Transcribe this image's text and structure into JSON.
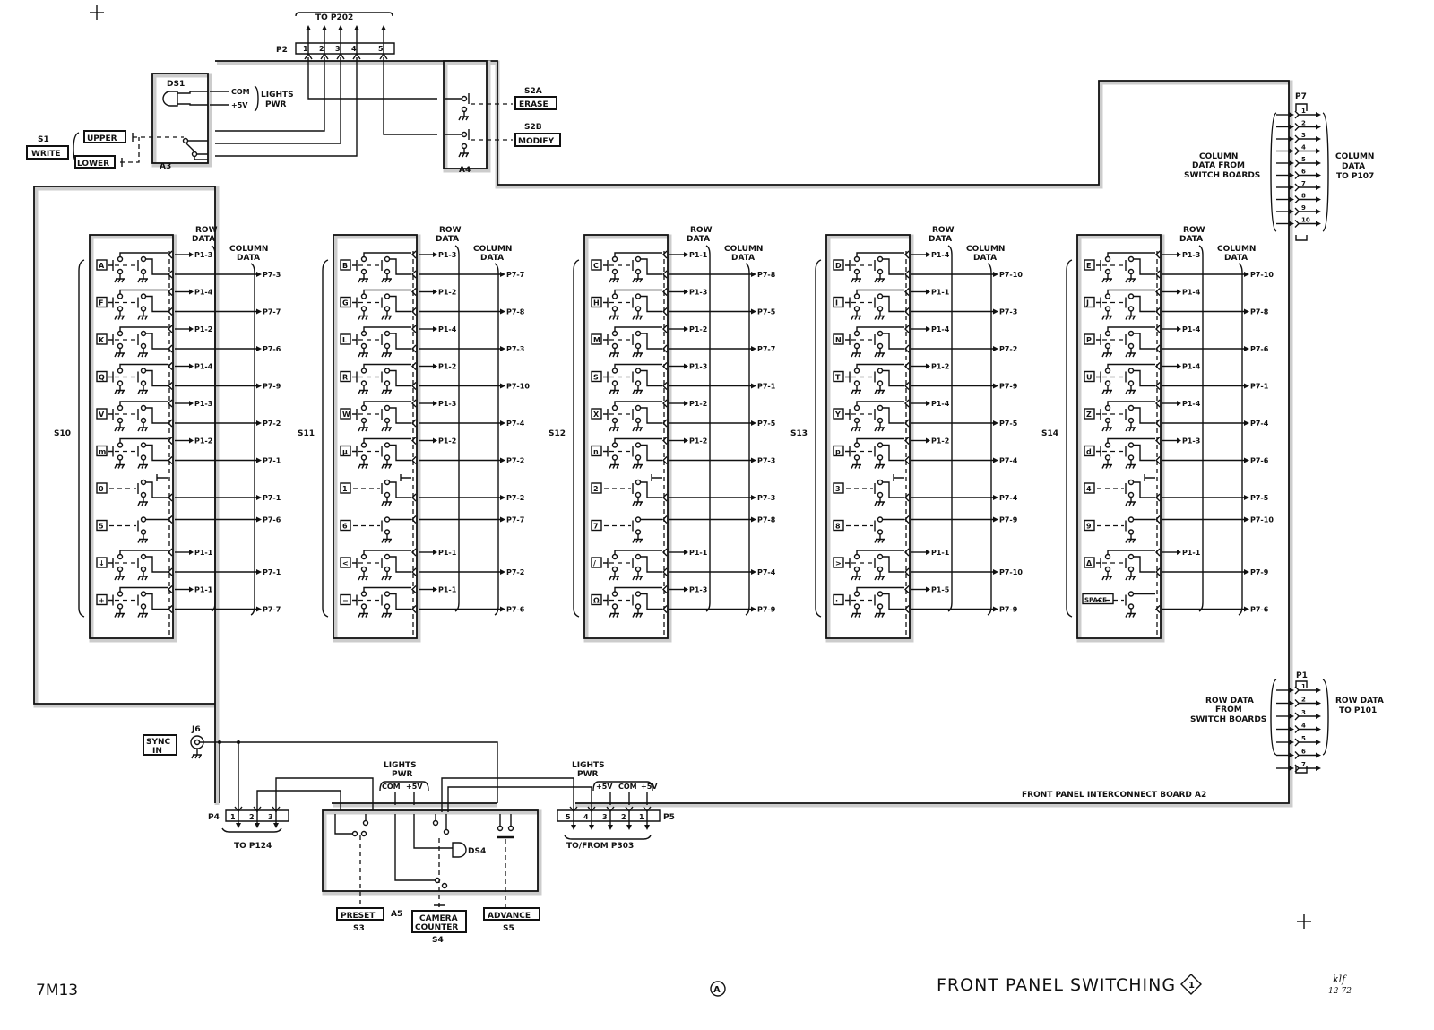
{
  "drawing": {
    "title": "FRONT PANEL SWITCHING",
    "title_symbol": "1",
    "drawing_number": "7M13",
    "revision_mark": "A",
    "signature": "klf",
    "signature_date": "12-72",
    "board_label": "FRONT PANEL INTERCONNECT BOARD A2"
  },
  "top": {
    "to_p202": "TO P202",
    "p2_label": "P2",
    "p2_pins": [
      "1",
      "2",
      "3",
      "4",
      "5"
    ],
    "ds1": "DS1",
    "com": "COM",
    "plus5v": "+5V",
    "lights": "LIGHTS",
    "pwr": "PWR",
    "a3": "A3",
    "a4": "A4",
    "s1": "S1",
    "write": "WRITE",
    "upper": "UPPER",
    "lower": "LOWER",
    "s2a": "S2A",
    "erase": "ERASE",
    "s2b": "S2B",
    "modify": "MODIFY"
  },
  "p7": {
    "label": "P7",
    "pins": [
      "1",
      "2",
      "3",
      "4",
      "5",
      "6",
      "7",
      "8",
      "9",
      "10"
    ],
    "left_text": [
      "COLUMN",
      "DATA FROM",
      "SWITCH BOARDS"
    ],
    "right_text": [
      "COLUMN",
      "DATA",
      "TO P107"
    ]
  },
  "p1": {
    "label": "P1",
    "pins": [
      "1",
      "2",
      "3",
      "4",
      "5",
      "6",
      "7"
    ],
    "left_text": [
      "ROW DATA",
      "FROM",
      "SWITCH BOARDS"
    ],
    "right_text": [
      "ROW DATA",
      "TO P101"
    ]
  },
  "switch_boards": [
    {
      "name": "S10",
      "row_data": "ROW",
      "row_data2": "DATA",
      "col_data": "COLUMN",
      "col_data2": "DATA",
      "keys": [
        {
          "key": "A",
          "row": "P1-3",
          "col": "P7-3",
          "type": "dual"
        },
        {
          "key": "F",
          "row": "P1-4",
          "col": "P7-7",
          "type": "dual"
        },
        {
          "key": "K",
          "row": "P1-2",
          "col": "P7-6",
          "type": "dual"
        },
        {
          "key": "Q",
          "row": "P1-4",
          "col": "P7-9",
          "type": "dual"
        },
        {
          "key": "V",
          "row": "P1-3",
          "col": "P7-2",
          "type": "dual"
        },
        {
          "key": "m",
          "row": "P1-2",
          "col": "P7-1",
          "type": "dual"
        },
        {
          "key": "0",
          "row": "",
          "col": "P7-1",
          "type": "single-gnd"
        },
        {
          "key": "5",
          "row": "",
          "col": "P7-6",
          "type": "single"
        },
        {
          "key": "↓",
          "row": "P1-1",
          "col": "P7-1",
          "type": "dual"
        },
        {
          "key": "+",
          "row": "P1-1",
          "col": "P7-7",
          "type": "dual"
        }
      ]
    },
    {
      "name": "S11",
      "row_data": "ROW",
      "row_data2": "DATA",
      "col_data": "COLUMN",
      "col_data2": "DATA",
      "keys": [
        {
          "key": "B",
          "row": "P1-3",
          "col": "P7-7",
          "type": "dual"
        },
        {
          "key": "G",
          "row": "P1-2",
          "col": "P7-8",
          "type": "dual"
        },
        {
          "key": "L",
          "row": "P1-4",
          "col": "P7-3",
          "type": "dual"
        },
        {
          "key": "R",
          "row": "P1-2",
          "col": "P7-10",
          "type": "dual"
        },
        {
          "key": "W",
          "row": "P1-3",
          "col": "P7-4",
          "type": "dual"
        },
        {
          "key": "μ",
          "row": "P1-2",
          "col": "P7-2",
          "type": "dual"
        },
        {
          "key": "1",
          "row": "",
          "col": "P7-2",
          "type": "single-gnd"
        },
        {
          "key": "6",
          "row": "",
          "col": "P7-7",
          "type": "single"
        },
        {
          "key": "<",
          "row": "P1-1",
          "col": "P7-2",
          "type": "dual"
        },
        {
          "key": "−",
          "row": "P1-1",
          "col": "P7-6",
          "type": "dual"
        }
      ]
    },
    {
      "name": "S12",
      "row_data": "ROW",
      "row_data2": "DATA",
      "col_data": "COLUMN",
      "col_data2": "DATA",
      "keys": [
        {
          "key": "C",
          "row": "P1-1",
          "col": "P7-8",
          "type": "dual"
        },
        {
          "key": "H",
          "row": "P1-3",
          "col": "P7-5",
          "type": "dual"
        },
        {
          "key": "M",
          "row": "P1-2",
          "col": "P7-7",
          "type": "dual"
        },
        {
          "key": "S",
          "row": "P1-3",
          "col": "P7-1",
          "type": "dual"
        },
        {
          "key": "X",
          "row": "P1-2",
          "col": "P7-5",
          "type": "dual"
        },
        {
          "key": "n",
          "row": "P1-2",
          "col": "P7-3",
          "type": "dual"
        },
        {
          "key": "2",
          "row": "",
          "col": "P7-3",
          "type": "single-gnd"
        },
        {
          "key": "7",
          "row": "",
          "col": "P7-8",
          "type": "single"
        },
        {
          "key": "/",
          "row": "P1-1",
          "col": "P7-4",
          "type": "dual"
        },
        {
          "key": "Ω",
          "row": "P1-3",
          "col": "P7-9",
          "type": "dual"
        }
      ]
    },
    {
      "name": "S13",
      "row_data": "ROW",
      "row_data2": "DATA",
      "col_data": "COLUMN",
      "col_data2": "DATA",
      "keys": [
        {
          "key": "D",
          "row": "P1-4",
          "col": "P7-10",
          "type": "dual"
        },
        {
          "key": "I",
          "row": "P1-1",
          "col": "P7-3",
          "type": "dual"
        },
        {
          "key": "N",
          "row": "P1-4",
          "col": "P7-2",
          "type": "dual"
        },
        {
          "key": "T",
          "row": "P1-2",
          "col": "P7-9",
          "type": "dual"
        },
        {
          "key": "Y",
          "row": "P1-4",
          "col": "P7-5",
          "type": "dual"
        },
        {
          "key": "p",
          "row": "P1-2",
          "col": "P7-4",
          "type": "dual"
        },
        {
          "key": "3",
          "row": "",
          "col": "P7-4",
          "type": "single-gnd"
        },
        {
          "key": "8",
          "row": "",
          "col": "P7-9",
          "type": "single"
        },
        {
          "key": ">",
          "row": "P1-1",
          "col": "P7-10",
          "type": "dual"
        },
        {
          "key": "·",
          "row": "P1-5",
          "col": "P7-9",
          "type": "dual"
        }
      ]
    },
    {
      "name": "S14",
      "row_data": "ROW",
      "row_data2": "DATA",
      "col_data": "COLUMN",
      "col_data2": "DATA",
      "keys": [
        {
          "key": "E",
          "row": "P1-3",
          "col": "P7-10",
          "type": "dual"
        },
        {
          "key": "J",
          "row": "P1-4",
          "col": "P7-8",
          "type": "dual"
        },
        {
          "key": "P",
          "row": "P1-4",
          "col": "P7-6",
          "type": "dual"
        },
        {
          "key": "U",
          "row": "P1-4",
          "col": "P7-1",
          "type": "dual"
        },
        {
          "key": "Z",
          "row": "P1-4",
          "col": "P7-4",
          "type": "dual"
        },
        {
          "key": "d",
          "row": "P1-3",
          "col": "P7-6",
          "type": "dual"
        },
        {
          "key": "4",
          "row": "",
          "col": "P7-5",
          "type": "single-gnd"
        },
        {
          "key": "9",
          "row": "",
          "col": "P7-10",
          "type": "single"
        },
        {
          "key": "Δ",
          "row": "P1-1",
          "col": "P7-9",
          "type": "dual"
        },
        {
          "key": "SPACE",
          "row": "",
          "col": "P7-6",
          "type": "space"
        }
      ]
    }
  ],
  "bottom": {
    "sync_in": [
      "SYNC",
      "IN"
    ],
    "j6": "J6",
    "p4_label": "P4",
    "p4_pins": [
      "1",
      "2",
      "3"
    ],
    "to_p124": "TO P124",
    "lights": "LIGHTS",
    "pwr": "PWR",
    "com": "COM",
    "plus5v": "+5V",
    "p5_label": "P5",
    "p5_pins": [
      "5",
      "4",
      "3",
      "2",
      "1"
    ],
    "p5_top": [
      "+5V",
      "COM",
      "+5V"
    ],
    "to_from_p303": "TO/FROM P303",
    "ds4": "DS4",
    "a5": "A5",
    "preset": "PRESET",
    "s3": "S3",
    "camera": "CAMERA",
    "counter": "COUNTER",
    "s4": "S4",
    "advance": "ADVANCE",
    "s5": "S5"
  }
}
